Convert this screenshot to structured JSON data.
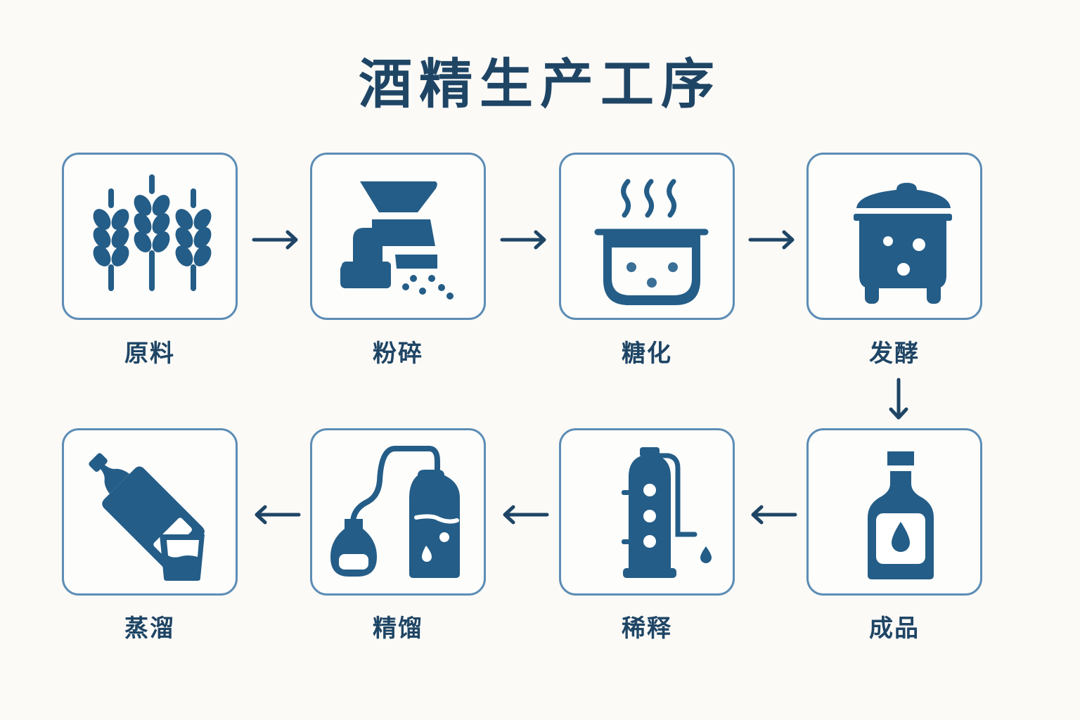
{
  "title": "酒精生产工序",
  "colors": {
    "icon": "#245d87",
    "border": "#5d8db5",
    "text": "#1f4565",
    "arrow": "#1f4565",
    "background": "#fbfaf7"
  },
  "steps": [
    {
      "label": "原料",
      "icon": "wheat-icon"
    },
    {
      "label": "粉碎",
      "icon": "grinder-icon"
    },
    {
      "label": "糖化",
      "icon": "steaming-pot-icon"
    },
    {
      "label": "发酵",
      "icon": "fermentation-tank-icon"
    },
    {
      "label": "成品",
      "icon": "bottle-icon"
    },
    {
      "label": "稀释",
      "icon": "distillation-column-icon"
    },
    {
      "label": "精馏",
      "icon": "distillation-apparatus-icon"
    },
    {
      "label": "蒸溜",
      "icon": "pouring-bottle-icon"
    }
  ],
  "arrows": [
    "right",
    "right",
    "right",
    "down",
    "left",
    "left",
    "left"
  ]
}
